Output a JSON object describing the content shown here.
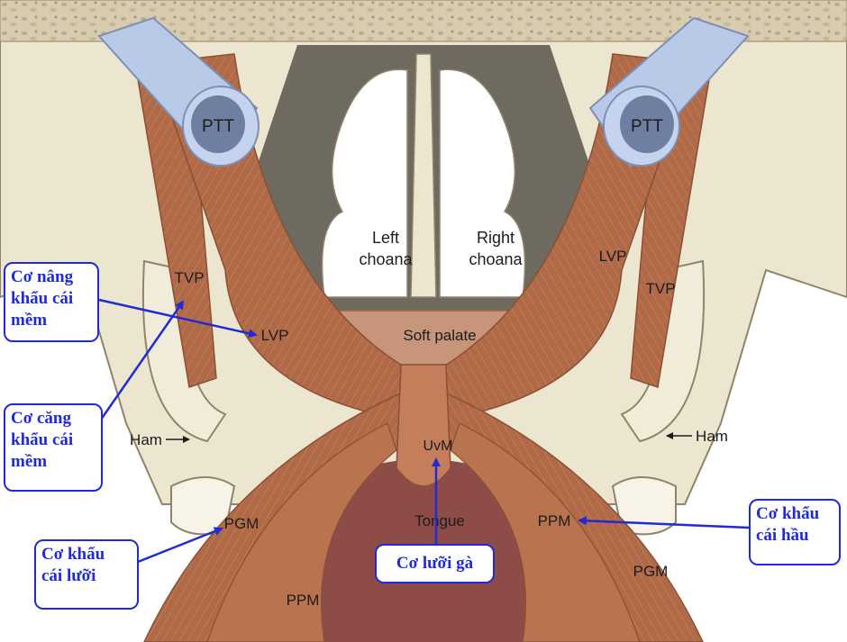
{
  "anatomy_labels": {
    "ptt_left": "PTT",
    "ptt_right": "PTT",
    "left_choana": [
      "Left",
      "choana"
    ],
    "right_choana": [
      "Right",
      "choana"
    ],
    "tvp_left": "TVP",
    "tvp_right": "TVP",
    "lvp_left": "LVP",
    "lvp_right": "LVP",
    "soft_palate": "Soft palate",
    "ham_left": "Ham",
    "ham_right": "Ham",
    "uvm": "UvM",
    "tongue": "Tongue",
    "pgm_left": "PGM",
    "pgm_right": "PGM",
    "ppm_left": "PPM",
    "ppm_right": "PPM"
  },
  "callouts": {
    "levator": [
      "Cơ nâng",
      "khẩu cái",
      "mềm"
    ],
    "tensor": [
      "Cơ căng",
      "khẩu cái",
      "mềm"
    ],
    "palatoglossus": [
      "Cơ khẩu",
      "cái lưỡi"
    ],
    "uvula": [
      "Cơ lưỡi gà"
    ],
    "palatopharyngeus": [
      "Cơ khẩu",
      "cái hầu"
    ]
  },
  "colors": {
    "callout_blue": "#1f2bd6",
    "muscle": "#b06a48",
    "bone": "#ece5cf",
    "choana_shadow": "#6f6a60",
    "tongue": "#8e4c48",
    "tendon": "#b9c9e8"
  }
}
